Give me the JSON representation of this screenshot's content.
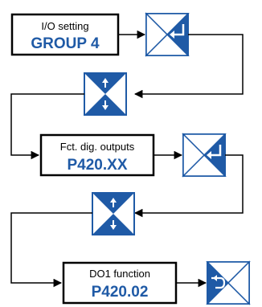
{
  "colors": {
    "blue": "#1f5aa6",
    "black": "#000000",
    "white": "#ffffff"
  },
  "steps": [
    {
      "title": "I/O setting",
      "value": "GROUP 4",
      "key_icon": "enter-icon"
    },
    {
      "title": "Fct. dig. outputs",
      "value": "P420.XX",
      "key_icon": "enter-icon"
    },
    {
      "title": "DO1 function",
      "value": "P420.02",
      "key_icon": "return-icon"
    }
  ],
  "nav_keys": [
    {
      "icon": "up-down-arrows-icon"
    },
    {
      "icon": "up-down-arrows-icon"
    }
  ]
}
